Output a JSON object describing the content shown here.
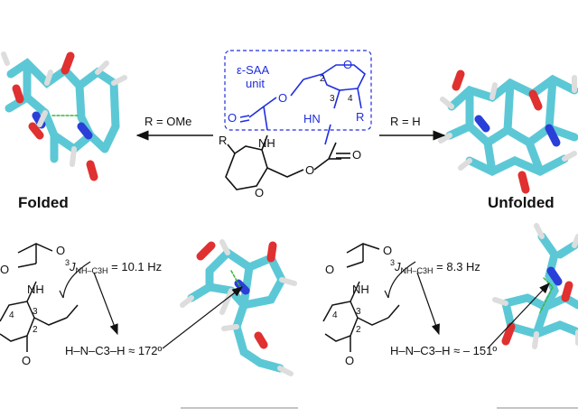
{
  "colors": {
    "carbon": "#5cc8d6",
    "oxygen": "#e03030",
    "nitrogen": "#2a3fd8",
    "hydrogen": "#dddddd",
    "blue_text": "#1f2ee0",
    "ink": "#111111"
  },
  "center_molecule": {
    "unit_label_line1": "ε-SAA",
    "unit_label_line2": "unit",
    "atom_O": "O",
    "atom_O2": "O",
    "atom_O3": "O",
    "atom_O4": "O",
    "atom_O5": "O",
    "atom_O6": "O",
    "atom_HN": "HN",
    "atom_NH": "NH",
    "atom_R_top": "R",
    "atom_R_bottom": "R",
    "pos_2": "2",
    "pos_3": "3",
    "pos_4": "4"
  },
  "left_arrow_label": "R = OMe",
  "right_arrow_label": "R = H",
  "folded_label": "Folded",
  "unfolded_label": "Unfolded",
  "left_panel": {
    "coupling_J": "J",
    "coupling_sup": "3",
    "coupling_sub": "NH–C3H",
    "coupling_value": " = 10.1 Hz",
    "torsion": "H–N–C3–H ≈ 172º",
    "atom_NH": "NH",
    "atom_O_top": "O",
    "atom_O_side": "O",
    "atom_O_ring": "O",
    "pos_2": "2",
    "pos_3": "3",
    "pos_4": "4"
  },
  "right_panel": {
    "coupling_J": "J",
    "coupling_sup": "3",
    "coupling_sub": "NH–C3H",
    "coupling_value": " = 8.3 Hz",
    "torsion": "H–N–C3–H ≈ – 151º",
    "atom_NH": "NH",
    "atom_O_top": "O",
    "atom_O_side": "O",
    "atom_O_ring": "O",
    "pos_2": "2",
    "pos_3": "3",
    "pos_4": "4"
  }
}
